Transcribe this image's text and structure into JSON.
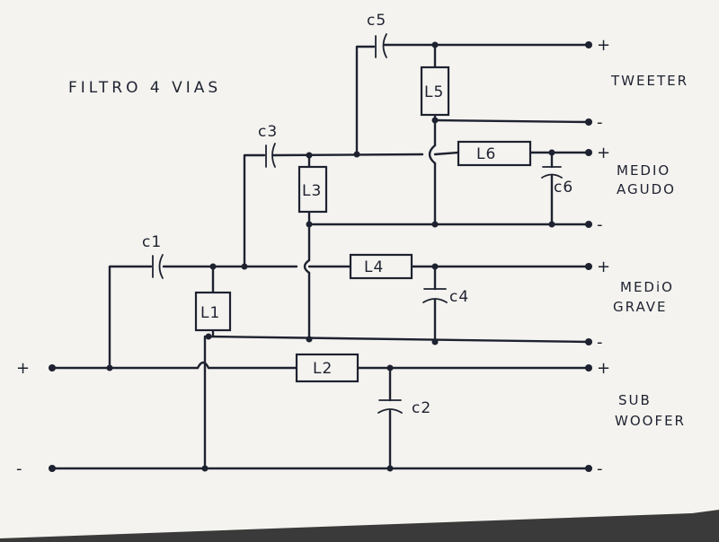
{
  "title": "FILTRO 4 VIAS",
  "input": {
    "plus": "+",
    "minus": "-"
  },
  "components": {
    "c1": "c1",
    "c2": "c2",
    "c3": "c3",
    "c4": "c4",
    "c5": "c5",
    "c6": "c6",
    "l1": "L1",
    "l2": "L2",
    "l3": "L3",
    "l4": "L4",
    "l5": "L5",
    "l6": "L6"
  },
  "outputs": {
    "tweeter": {
      "name": "TWEETER",
      "plus": "+",
      "minus": "-"
    },
    "medio_agudo": {
      "line1": "MEDIO",
      "line2": "AGUDO",
      "plus": "+",
      "minus": "-"
    },
    "medio_grave": {
      "line1": "MEDiO",
      "line2": "GRAVE",
      "plus": "+",
      "minus": "-"
    },
    "sub_woofer": {
      "line1": "SUB",
      "line2": "WOOFER",
      "plus": "+",
      "minus": "-"
    }
  },
  "colors": {
    "paper": "#f4f3ef",
    "ink": "#1e2230",
    "background": "#3a3a3a"
  }
}
